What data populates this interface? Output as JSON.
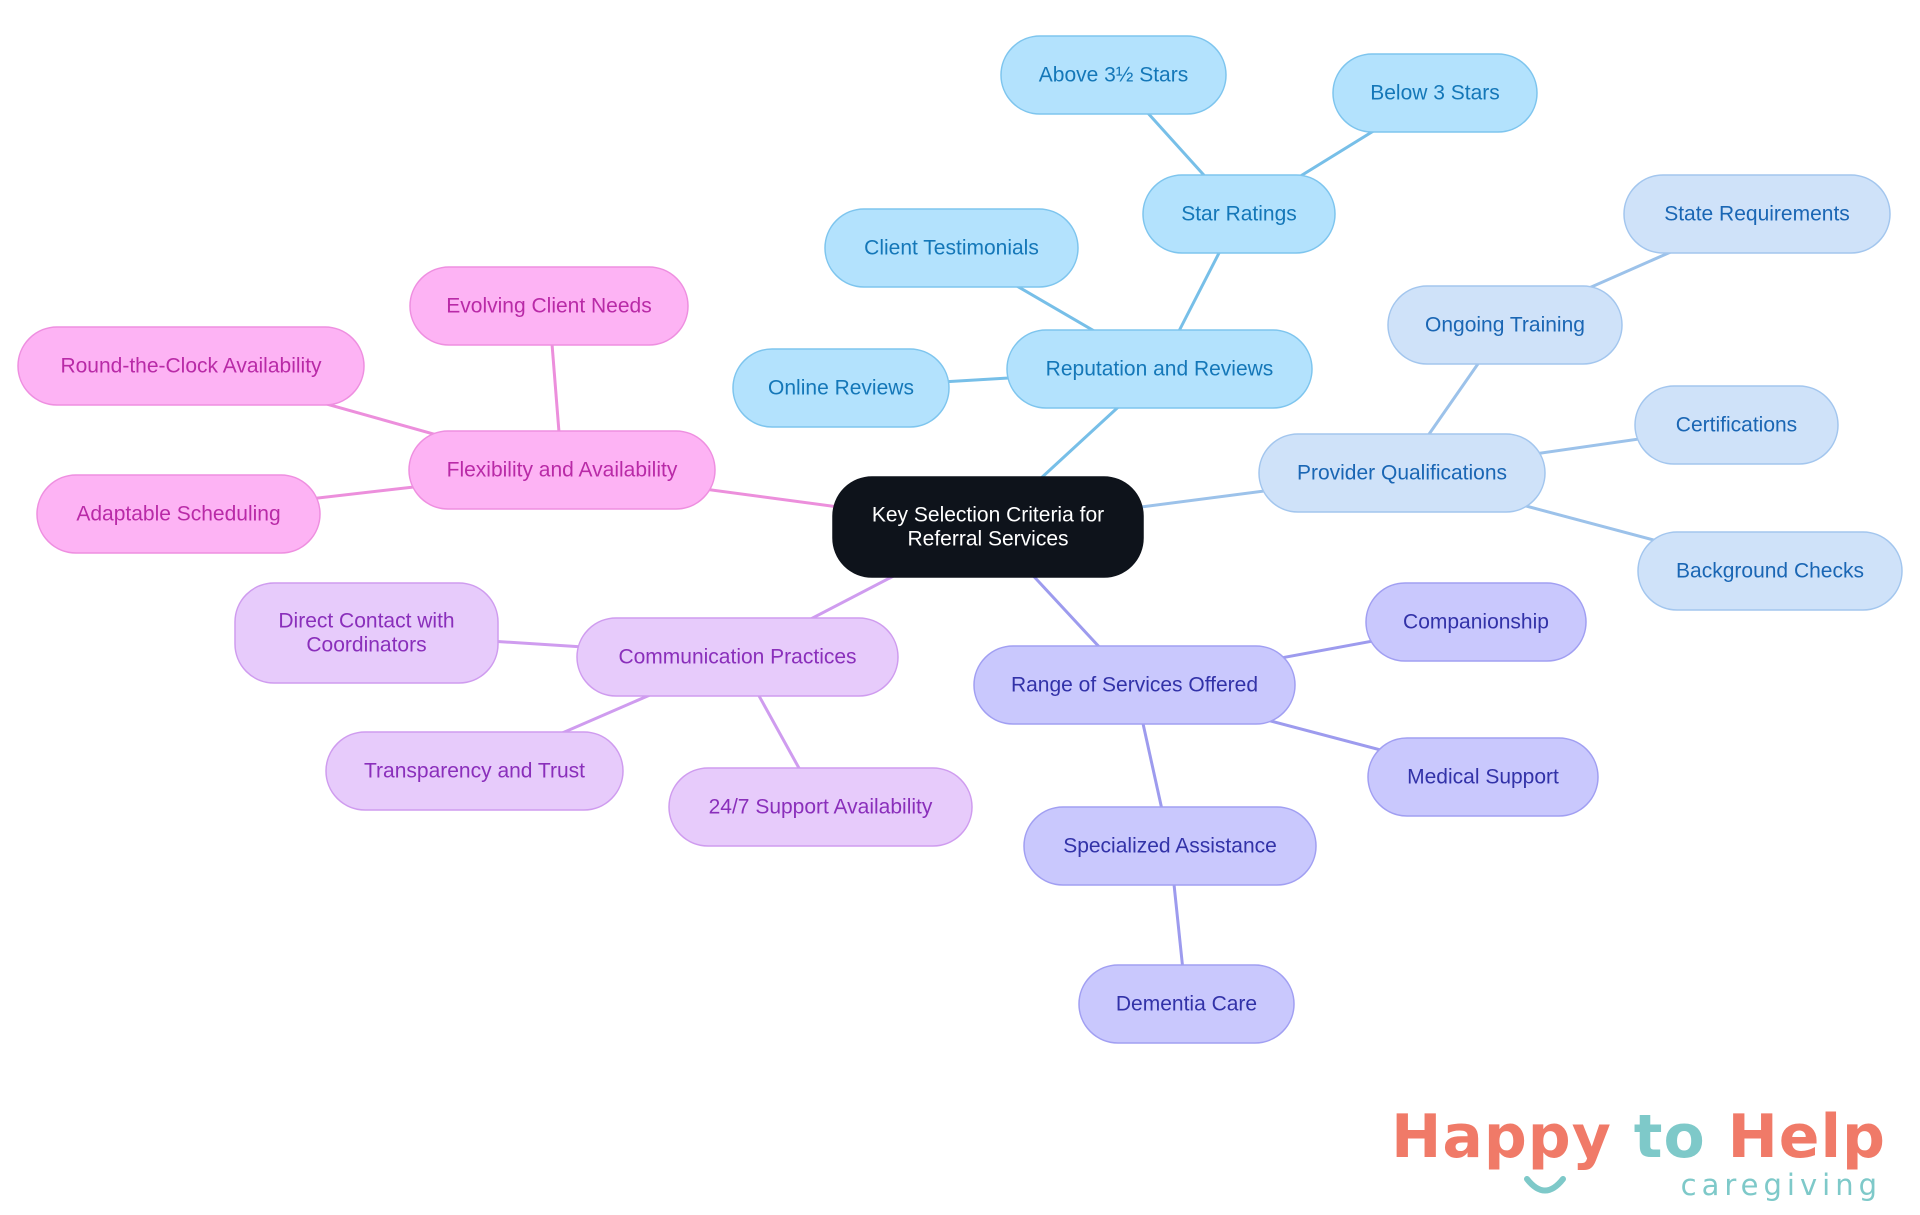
{
  "colors": {
    "root_fill": "#0e131b",
    "root_text": "#ffffff",
    "reputation": {
      "fill": "#b3e2fd",
      "stroke": "#7ec5ee",
      "text": "#1477b8",
      "edge": "#77bfe8"
    },
    "qualifications": {
      "fill": "#cfe2f9",
      "stroke": "#a3c6ee",
      "text": "#1a66b4",
      "edge": "#9cc2ea"
    },
    "services": {
      "fill": "#c9c8fd",
      "stroke": "#a19ff2",
      "text": "#3232a8",
      "edge": "#9d9bee"
    },
    "communication": {
      "fill": "#e7cbfb",
      "stroke": "#cf9cef",
      "text": "#8a2fbb",
      "edge": "#cf9cef"
    },
    "flexibility": {
      "fill": "#fdb3f4",
      "stroke": "#ee8fe0",
      "text": "#b92aa7",
      "edge": "#ec8fdc"
    },
    "logo_coral": "#f07a68",
    "logo_teal": "#7ec9c9"
  },
  "mindmap": {
    "root": {
      "id": "root",
      "lines": [
        "Key Selection Criteria for",
        "Referral Services"
      ]
    },
    "nodes": [
      {
        "id": "reputation",
        "parent": "root",
        "branch": "reputation",
        "label": "Reputation and Reviews"
      },
      {
        "id": "star-ratings",
        "parent": "reputation",
        "branch": "reputation",
        "label": "Star Ratings"
      },
      {
        "id": "above-3-5",
        "parent": "star-ratings",
        "branch": "reputation",
        "label": "Above 3½ Stars"
      },
      {
        "id": "below-3",
        "parent": "star-ratings",
        "branch": "reputation",
        "label": "Below 3 Stars"
      },
      {
        "id": "testimonials",
        "parent": "reputation",
        "branch": "reputation",
        "label": "Client Testimonials"
      },
      {
        "id": "online-reviews",
        "parent": "reputation",
        "branch": "reputation",
        "label": "Online Reviews"
      },
      {
        "id": "qualifications",
        "parent": "root",
        "branch": "qualifications",
        "label": "Provider Qualifications"
      },
      {
        "id": "training",
        "parent": "qualifications",
        "branch": "qualifications",
        "label": "Ongoing Training"
      },
      {
        "id": "state-req",
        "parent": "training",
        "branch": "qualifications",
        "label": "State Requirements"
      },
      {
        "id": "certifications",
        "parent": "qualifications",
        "branch": "qualifications",
        "label": "Certifications"
      },
      {
        "id": "background",
        "parent": "qualifications",
        "branch": "qualifications",
        "label": "Background Checks"
      },
      {
        "id": "services",
        "parent": "root",
        "branch": "services",
        "label": "Range of Services Offered"
      },
      {
        "id": "companionship",
        "parent": "services",
        "branch": "services",
        "label": "Companionship"
      },
      {
        "id": "medical",
        "parent": "services",
        "branch": "services",
        "label": "Medical Support"
      },
      {
        "id": "specialized",
        "parent": "services",
        "branch": "services",
        "label": "Specialized Assistance"
      },
      {
        "id": "dementia",
        "parent": "specialized",
        "branch": "services",
        "label": "Dementia Care"
      },
      {
        "id": "communication",
        "parent": "root",
        "branch": "communication",
        "label": "Communication Practices"
      },
      {
        "id": "direct-contact",
        "parent": "communication",
        "branch": "communication",
        "lines": [
          "Direct Contact with",
          "Coordinators"
        ]
      },
      {
        "id": "transparency",
        "parent": "communication",
        "branch": "communication",
        "label": "Transparency and Trust"
      },
      {
        "id": "support-247",
        "parent": "communication",
        "branch": "communication",
        "label": "24/7 Support Availability"
      },
      {
        "id": "flexibility",
        "parent": "root",
        "branch": "flexibility",
        "label": "Flexibility and Availability"
      },
      {
        "id": "evolving",
        "parent": "flexibility",
        "branch": "flexibility",
        "label": "Evolving Client Needs"
      },
      {
        "id": "round-clock",
        "parent": "flexibility",
        "branch": "flexibility",
        "label": "Round-the-Clock Availability"
      },
      {
        "id": "adaptable",
        "parent": "flexibility",
        "branch": "flexibility",
        "label": "Adaptable Scheduling"
      }
    ]
  },
  "logo": {
    "word1": "Happy",
    "word2": "to",
    "word3": "Help",
    "tagline": "caregiving"
  }
}
